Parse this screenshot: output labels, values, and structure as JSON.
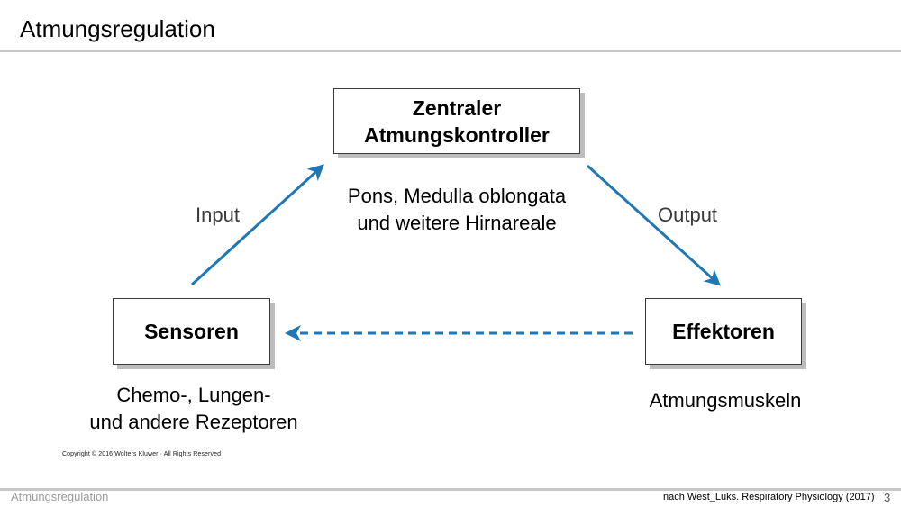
{
  "header": {
    "title": "Atmungsregulation"
  },
  "diagram": {
    "controller": {
      "label_line1": "Zentraler",
      "label_line2": "Atmungskontroller",
      "desc_line1": "Pons, Medulla oblongata",
      "desc_line2": "und weitere Hirnareale"
    },
    "sensors": {
      "label": "Sensoren",
      "desc_line1": "Chemo-, Lungen-",
      "desc_line2": "und andere Rezeptoren"
    },
    "effectors": {
      "label": "Effektoren",
      "desc": "Atmungsmuskeln"
    },
    "flows": {
      "input": "Input",
      "output": "Output"
    },
    "colors": {
      "arrow": "#1f77b4",
      "box_border": "#3a3a3a",
      "shadow": "#bdbdbd"
    },
    "copyright": "Copyright © 2016 Wolters Kluwer · All Rights Reserved"
  },
  "footer": {
    "left": "Atmungsregulation",
    "source": "nach West_Luks. Respiratory Physiology (2017)",
    "page": "3"
  }
}
